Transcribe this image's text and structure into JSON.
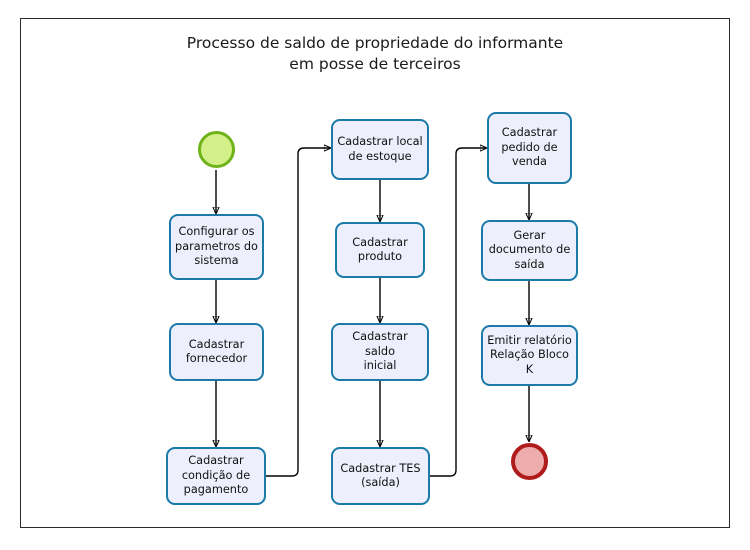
{
  "diagram": {
    "title": "Processo de saldo de propriedade do informante\nem posse de terceiros",
    "frame_border_color": "#2b2b2b",
    "node_fill_color": "#edf0fc",
    "node_border_color": "#1b7aa8",
    "start_fill_color": "#d4f08a",
    "start_border_color": "#6fb31b",
    "end_fill_color": "#eeadad",
    "end_border_color": "#b01b1b",
    "connector_color": "#000000"
  },
  "nodes": {
    "start": {
      "label": "",
      "type": "start-terminator"
    },
    "end": {
      "label": "",
      "type": "end-terminator"
    },
    "col1": [
      {
        "id": "configurar-parametros",
        "label": "Configurar os\nparametros do\nsistema"
      },
      {
        "id": "cadastrar-fornecedor",
        "label": "Cadastrar\nfornecedor"
      },
      {
        "id": "cadastrar-condicao-pagamento",
        "label": "Cadastrar\ncondição de\npagamento"
      }
    ],
    "col2": [
      {
        "id": "cadastrar-local-estoque",
        "label": "Cadastrar local\nde estoque"
      },
      {
        "id": "cadastrar-produto",
        "label": "Cadastrar\nproduto"
      },
      {
        "id": "cadastrar-saldo-inicial",
        "label": "Cadastrar saldo\ninicial"
      },
      {
        "id": "cadastrar-tes-saida",
        "label": "Cadastrar TES\n(saída)"
      }
    ],
    "col3": [
      {
        "id": "cadastrar-pedido-venda",
        "label": "Cadastrar\npedido de\nvenda"
      },
      {
        "id": "gerar-documento-saida",
        "label": "Gerar\ndocumento de\nsaída"
      },
      {
        "id": "emitir-relatorio-bloco-k",
        "label": "Emitir relatório\nRelação Bloco\nK"
      }
    ]
  },
  "flow_order": [
    "start",
    "Configurar os parametros do sistema",
    "Cadastrar fornecedor",
    "Cadastrar condição de pagamento",
    "Cadastrar local de estoque",
    "Cadastrar produto",
    "Cadastrar saldo inicial",
    "Cadastrar TES (saída)",
    "Cadastrar pedido de venda",
    "Gerar documento de saída",
    "Emitir relatório Relação Bloco K",
    "end"
  ]
}
